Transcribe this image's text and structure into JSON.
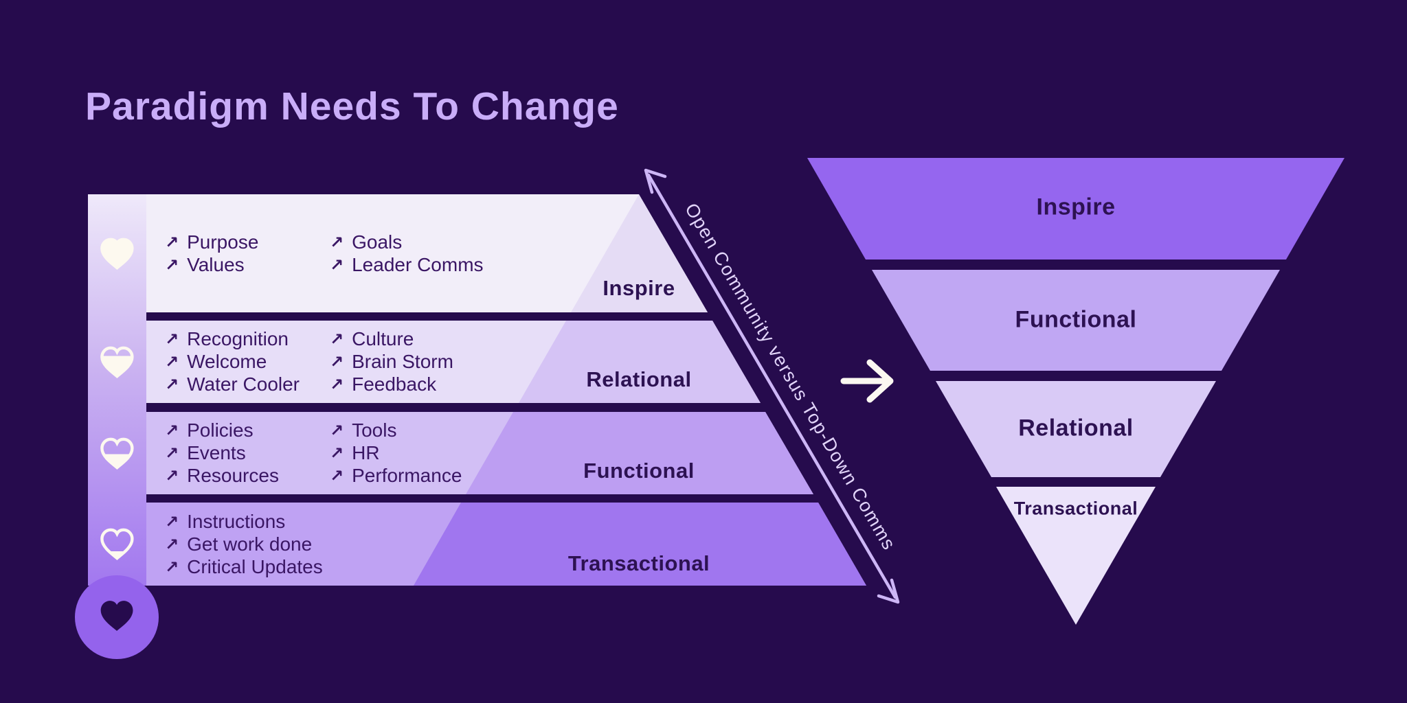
{
  "title": "Paradigm Needs To Change",
  "icons": {
    "bullet_arrow": "↗",
    "heart": "heart",
    "transform_arrow": "right-arrow"
  },
  "colors": {
    "background": "#260b4d",
    "title_text": "#c9adf8",
    "item_text": "#3a1664",
    "label_text": "#2d1252",
    "heart_cream": "#fdf9ef",
    "bar_gradient_top": "#efe9fa",
    "bar_gradient_bottom": "#a278ef",
    "circle_fill": "#9463ec",
    "axis_arrow": "#cdb6f6",
    "axis_arrow_text": "#e2d5fa",
    "transform_arrow": "#fbf8f1",
    "left_rows_light": [
      "#f2eef9",
      "#e7def8",
      "#d2bff5",
      "#bfa2f3"
    ],
    "left_rows_dark": [
      "#e5dcf5",
      "#d5c3f5",
      "#bd9ef2",
      "#a076ef"
    ],
    "right_levels": [
      "#9566ef",
      "#c0a7f3",
      "#d9caf6",
      "#ebe3fa"
    ]
  },
  "left_pyramid": {
    "rows": [
      {
        "label": "Inspire",
        "heart_fill_percent": 100,
        "columns": [
          [
            "Purpose",
            "Values"
          ],
          [
            "Goals",
            "Leader Comms"
          ]
        ]
      },
      {
        "label": "Relational",
        "heart_fill_percent": 75,
        "columns": [
          [
            "Recognition",
            "Welcome",
            "Water Cooler"
          ],
          [
            "Culture",
            "Brain Storm",
            "Feedback"
          ]
        ]
      },
      {
        "label": "Functional",
        "heart_fill_percent": 50,
        "columns": [
          [
            "Policies",
            "Events",
            "Resources"
          ],
          [
            "Tools",
            "HR",
            "Performance"
          ]
        ]
      },
      {
        "label": "Transactional",
        "heart_fill_percent": 25,
        "columns": [
          [
            "Instructions",
            "Get work done",
            "Critical Updates"
          ],
          []
        ]
      }
    ]
  },
  "axis_arrow": {
    "label": "Open Community versus Top-Down Comms"
  },
  "right_pyramid": {
    "levels": [
      {
        "label": "Inspire"
      },
      {
        "label": "Functional"
      },
      {
        "label": "Relational"
      },
      {
        "label": "Transactional"
      }
    ]
  }
}
